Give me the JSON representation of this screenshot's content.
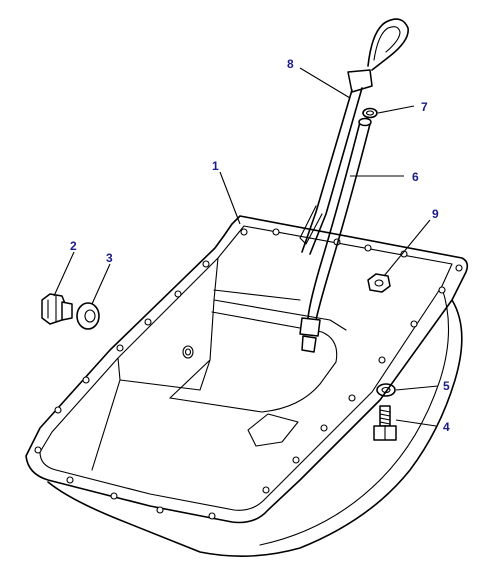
{
  "callouts": [
    {
      "id": "1",
      "label": "1"
    },
    {
      "id": "2",
      "label": "2"
    },
    {
      "id": "3",
      "label": "3"
    },
    {
      "id": "4",
      "label": "4"
    },
    {
      "id": "5",
      "label": "5"
    },
    {
      "id": "6",
      "label": "6"
    },
    {
      "id": "7",
      "label": "7"
    },
    {
      "id": "8",
      "label": "8"
    },
    {
      "id": "9",
      "label": "9"
    }
  ],
  "colors": {
    "line": "#000000",
    "callout_text": "#1a1a8c",
    "background": "#ffffff"
  }
}
